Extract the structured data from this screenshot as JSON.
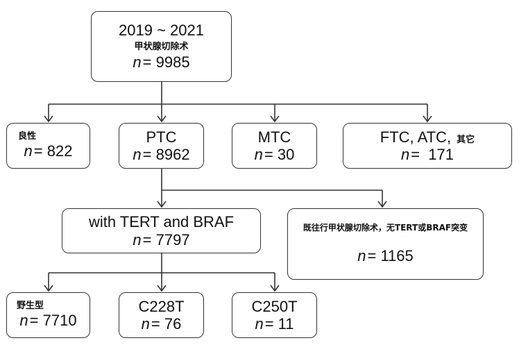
{
  "nodes": {
    "root": {
      "line1": "2019 ~ 2021",
      "line2": "甲状腺切除术",
      "n_label": "n",
      "n_value": "= 9985"
    },
    "benign": {
      "label": "良性",
      "n_label": "n",
      "n_value": "= 822"
    },
    "ptc": {
      "label": "PTC",
      "n_label": "n",
      "n_value": "= 8962"
    },
    "mtc": {
      "label": "MTC",
      "n_label": "n",
      "n_value": "= 30"
    },
    "other": {
      "label_prefix": "FTC, ATC, ",
      "label_suffix": "其它",
      "n_label": "n",
      "n_value": "=  171"
    },
    "tert_braf": {
      "label": "with TERT and BRAF",
      "n_label": "n",
      "n_value": "= 7797"
    },
    "excluded": {
      "label": "既往行甲状腺切除术，无TERT或BRAF突变",
      "n_label": "n",
      "n_value": "= 1165"
    },
    "wild": {
      "label": "野生型",
      "n_label": "n",
      "n_value": "= 7710"
    },
    "c228t": {
      "label": "C228T",
      "n_label": "n",
      "n_value": "= 76"
    },
    "c250t": {
      "label": "C250T",
      "n_label": "n",
      "n_value": "= 11"
    }
  }
}
